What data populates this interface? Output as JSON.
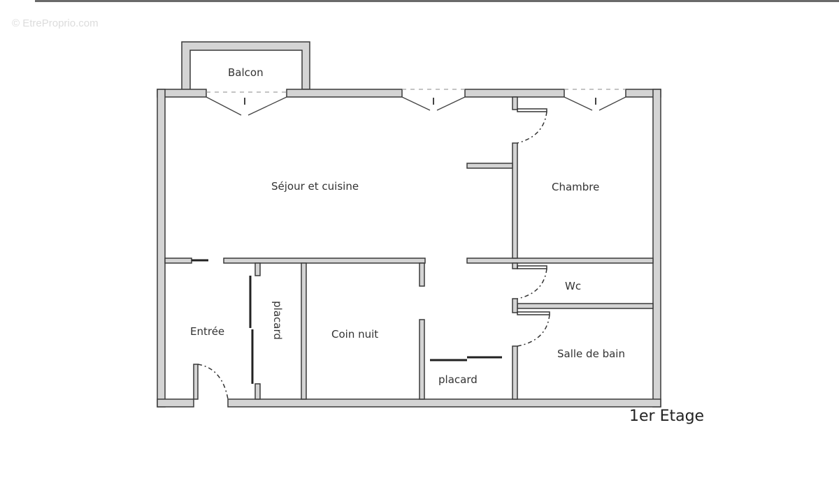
{
  "watermark": "© EtreProprio.com",
  "floor_label": "1er Etage",
  "rooms": {
    "balcon": "Balcon",
    "sejour": "Séjour et cuisine",
    "chambre": "Chambre",
    "wc": "Wc",
    "entree": "Entrée",
    "placard_entree": "placard",
    "coin_nuit": "Coin nuit",
    "placard_bas": "placard",
    "salle_de_bain": "Salle de bain"
  },
  "colors": {
    "wall_fill": "#d4d4d4",
    "wall_stroke": "#3a3a3a",
    "text": "#333333"
  }
}
